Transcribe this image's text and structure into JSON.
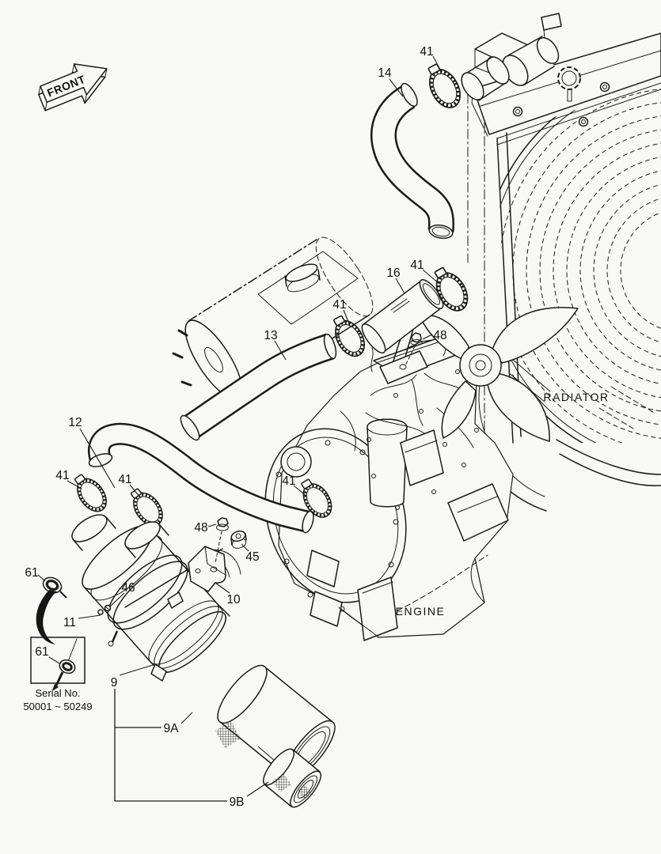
{
  "colors": {
    "background": "#f8f8f7",
    "line": "#1b1b1b",
    "hatch_fill": "#3a3a3a"
  },
  "front_arrow": {
    "label": "FRONT"
  },
  "area_labels": {
    "radiator": "RADIATOR",
    "engine": "ENGINE"
  },
  "serial_plate": {
    "callout": "61",
    "title": "Serial No.",
    "range": "50001 ~ 50249"
  },
  "callouts": [
    "41",
    "14",
    "41",
    "16",
    "41",
    "13",
    "48",
    "12",
    "41",
    "41",
    "41",
    "48",
    "45",
    "10",
    "61",
    "46",
    "11",
    "9",
    "9A",
    "9B"
  ]
}
